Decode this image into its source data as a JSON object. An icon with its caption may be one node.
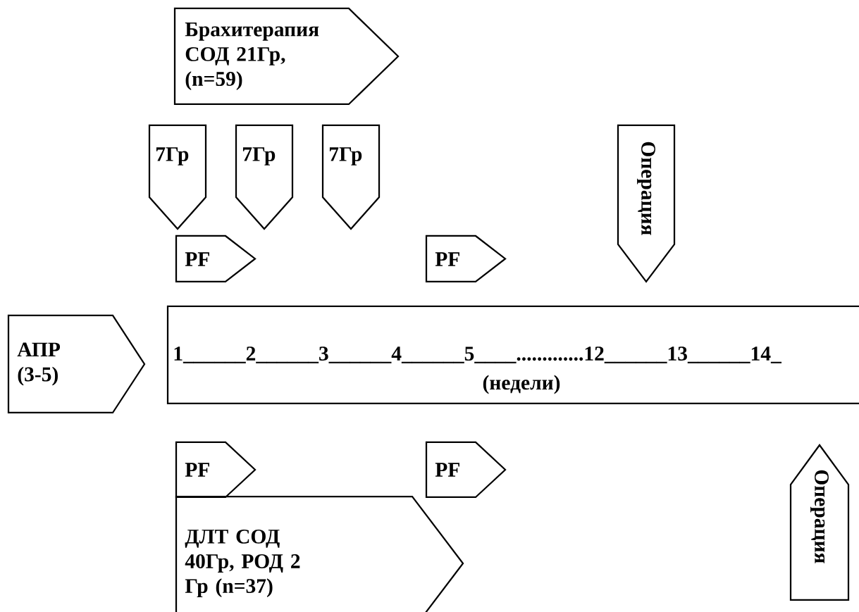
{
  "diagram": {
    "nodes": [
      {
        "text": [
          "Брахитерапия СОД 21Гр, (n=59)"
        ]
      },
      {
        "text": [
          "7Гр"
        ]
      },
      {
        "text": [
          "7Гр"
        ]
      },
      {
        "text": [
          "7Гр"
        ]
      },
      {
        "text": [
          "PF"
        ]
      },
      {
        "text": [
          "PF"
        ]
      },
      {
        "text": [
          "Операция"
        ]
      },
      {
        "text": [
          "АПР (3-5)"
        ]
      },
      {
        "text": [
          "1______2______3______4______5____.............12______13______14_",
          "(недели)"
        ]
      },
      {
        "text": [
          "PF"
        ]
      },
      {
        "text": [
          "PF"
        ]
      },
      {
        "text": [
          "ДЛТ СОД 40Гр, РОД 2 Гр (n=37)"
        ]
      },
      {
        "text": [
          "Операция"
        ]
      }
    ],
    "edges": []
  }
}
